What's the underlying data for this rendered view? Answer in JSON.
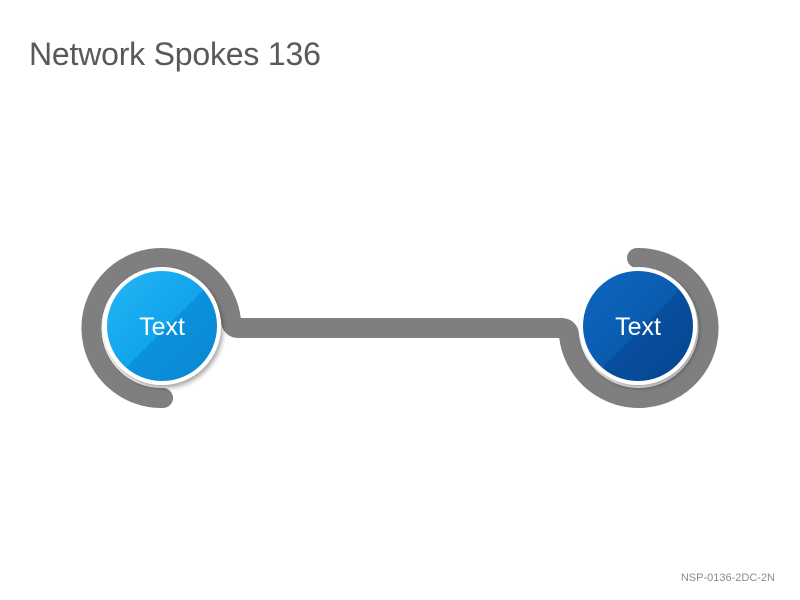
{
  "slide": {
    "title": "Network Spokes 136",
    "code": "NSP-0136-2DC-2N"
  },
  "nodes": [
    {
      "label": "Text",
      "color": "#0ea5e9"
    },
    {
      "label": "Text",
      "color": "#0a5bb0"
    }
  ],
  "colors": {
    "connector": "#7f7f7f",
    "node_left_light": "#1fb2f3",
    "node_left_dark": "#0a8fd6",
    "node_right_light": "#0c63b9",
    "node_right_dark": "#074a92"
  }
}
